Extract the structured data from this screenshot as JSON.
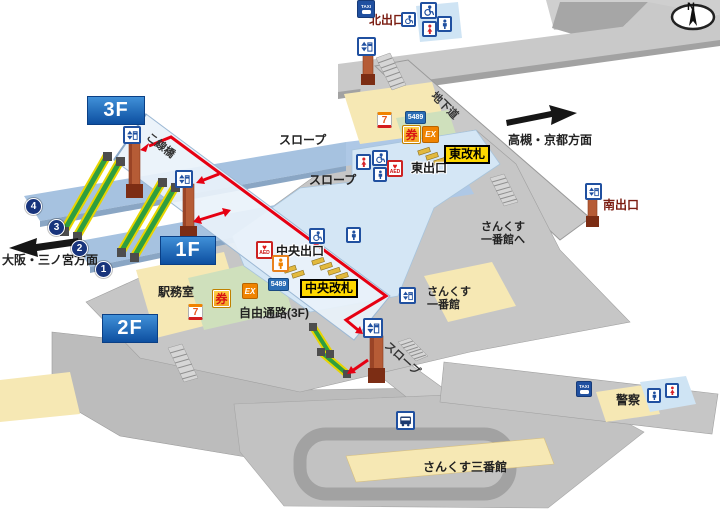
{
  "compass": {
    "north": "N"
  },
  "floors": {
    "f3": "3F",
    "f1": "1F",
    "f2": "2F"
  },
  "exits": {
    "north": "北出口",
    "south": "南出口",
    "east": "東出口",
    "central": "中央出口"
  },
  "gates": {
    "east": "東改札",
    "central": "中央改札"
  },
  "directions": {
    "takatsuki_kyoto": "高槻・京都方面",
    "osaka_sannomiya": "大阪・三ノ宮方面"
  },
  "platform_numbers": [
    "4",
    "3",
    "2",
    "1"
  ],
  "areas": {
    "slope_upper": "スロープ",
    "slope_lower": "スロープ",
    "slope_2f": "スロープ",
    "underpass": "地下道",
    "overpass": "こ線橋",
    "station_office": "駅務室",
    "free_passage": "自由通路(3F)",
    "sankusu1_l1": "さんくす",
    "sankusu1_l2": "一番館",
    "sankusu1to_l1": "さんくす",
    "sankusu1to_l2": "一番館へ",
    "sankusu3": "さんくす三番館",
    "police": "警察"
  },
  "icon_texts": {
    "taxi": "TAXI",
    "aed": "AED",
    "ticket": "券",
    "ex": "EX",
    "midori": "5489",
    "seven": "7"
  }
}
